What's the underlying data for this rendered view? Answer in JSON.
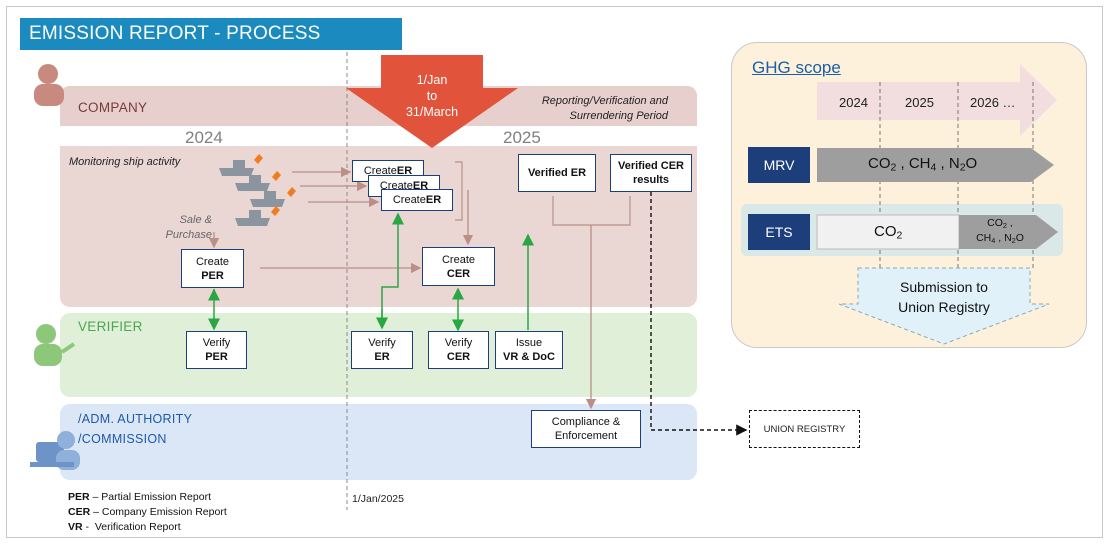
{
  "title": "EMISSION REPORT - PROCESS OVERVIEW",
  "lanes": {
    "company": "COMPANY",
    "verifier": "VERIFIER",
    "authority_line1": "/ADM. AUTHORITY",
    "authority_line2": "/COMMISSION"
  },
  "years": {
    "y2024": "2024",
    "y2025": "2025"
  },
  "deadline_arrow": {
    "line1": "1/Jan",
    "line2": "to",
    "line3": "31/March"
  },
  "period_label": {
    "line1": "Reporting/Verification and",
    "line2": "Surrendering Period"
  },
  "monitoring_label": "Monitoring ship activity",
  "sale_label": {
    "line1": "Sale &",
    "line2": "Purchase"
  },
  "boxes": {
    "create_er_1": {
      "line1": "Create ",
      "bold": "ER"
    },
    "create_er_2": {
      "line1": "Create ",
      "bold": "ER"
    },
    "create_er_3": {
      "line1": "Create ",
      "bold": "ER"
    },
    "verified_er": "Verified ER",
    "verified_cer": {
      "line1": "Verified CER",
      "line2": "results"
    },
    "create_per": {
      "line1": "Create",
      "bold": "PER"
    },
    "create_cer": {
      "line1": "Create",
      "bold": "CER"
    },
    "verify_per": {
      "line1": "Verify",
      "bold": "PER"
    },
    "verify_er": {
      "line1": "Verify",
      "bold": "ER"
    },
    "verify_cer": {
      "line1": "Verify",
      "bold": "CER"
    },
    "issue": {
      "line1": "Issue",
      "bold": "VR & DoC"
    },
    "compliance": {
      "line1": "Compliance &",
      "line2": "Enforcement"
    },
    "union_registry": "UNION REGISTRY"
  },
  "date_marker": "1/Jan/2025",
  "legend": [
    {
      "abbr": "PER",
      "sep": " – ",
      "text": "Partial Emission Report"
    },
    {
      "abbr": "CER",
      "sep": " – ",
      "text": "Company Emission Report"
    },
    {
      "abbr": "VR",
      "sep": " -  ",
      "text": "Verification Report"
    }
  ],
  "ghg": {
    "title": "GHG scope",
    "years": [
      "2024",
      "2025",
      "2026 …"
    ],
    "mrv_label": "MRV",
    "ets_label": "ETS",
    "mrv_gases": [
      "CO",
      "2",
      " , CH",
      "4",
      " , N",
      "2",
      "O"
    ],
    "ets_gas_main": [
      "CO",
      "2"
    ],
    "ets_gas_later_line1": [
      "CO",
      "2",
      " ,"
    ],
    "ets_gas_later_line2": [
      "CH",
      "4",
      " , N",
      "2",
      "O"
    ],
    "submission_line1": "Submission to",
    "submission_line2": "Union Registry"
  },
  "colors": {
    "title_bg": "#1b8bbf",
    "company_band": "#ead7d4",
    "verifier_band": "#dfefd8",
    "authority_band": "#dbe6f6",
    "deadline_red": "#e2533b",
    "box_border": "#1b3f78",
    "green_arrow": "#2aa745",
    "brown_arrow": "#b98f88",
    "tag_navy": "#1c3f7c",
    "ghg_panel": "#fdf1db"
  }
}
